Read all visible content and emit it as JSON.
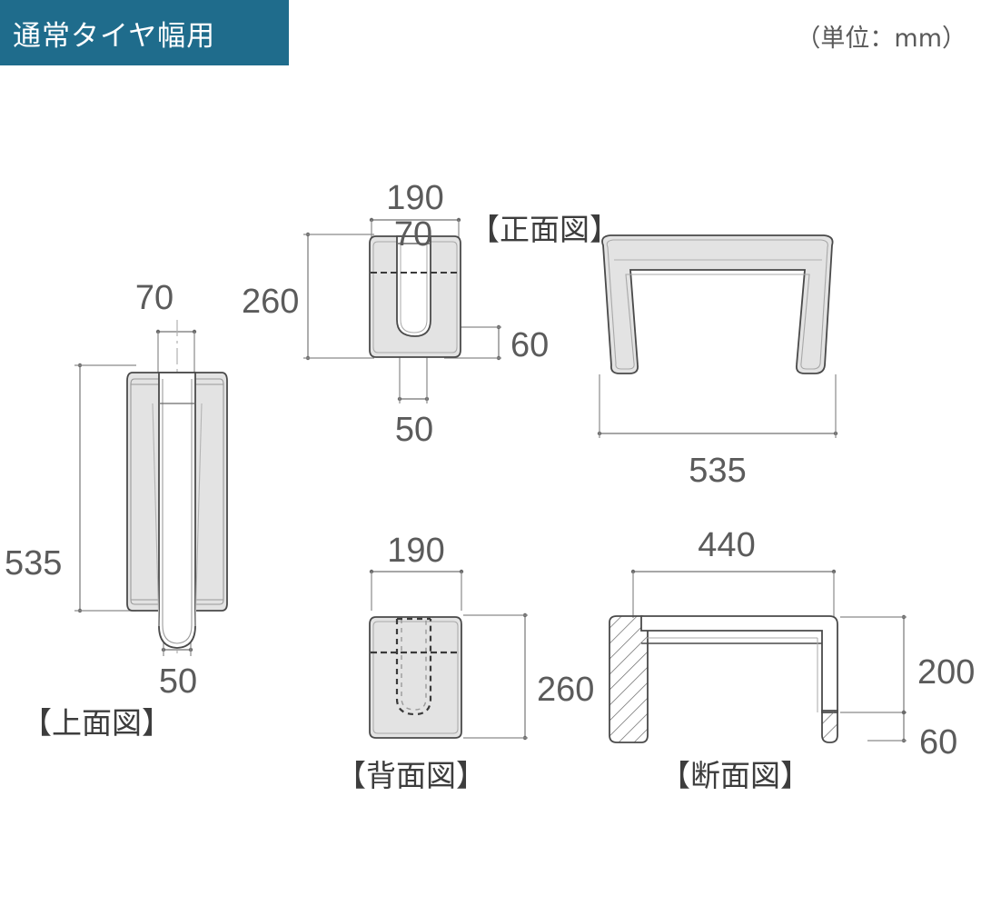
{
  "banner": {
    "title": "通常タイヤ幅用",
    "color": "#1f6c8c"
  },
  "unit_note": "（単位：mm）",
  "views": {
    "top": {
      "label": "【上面図】",
      "dims": {
        "length": "535",
        "slot_top": "70",
        "slot_bottom": "50"
      }
    },
    "front": {
      "label": "【正面図】",
      "dims": {
        "width": "190",
        "slot_top": "70",
        "height": "260",
        "thickness": "60",
        "slot_bottom": "50"
      }
    },
    "side": {
      "label": "",
      "dims": {
        "span": "535"
      }
    },
    "back": {
      "label": "【背面図】",
      "dims": {
        "width": "190",
        "height": "260"
      }
    },
    "section": {
      "label": "【断面図】",
      "dims": {
        "inner_width": "440",
        "height": "200",
        "foot": "60"
      }
    }
  },
  "colors": {
    "banner": "#1f6c8c",
    "body_fill": "#e3e3e3",
    "outline": "#4a4a4a",
    "dim_line": "#8a8a8a",
    "text": "#5b5b5b",
    "background": "#ffffff"
  }
}
